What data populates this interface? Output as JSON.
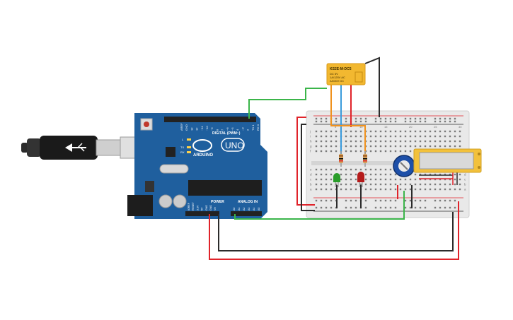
{
  "arduino": {
    "brand": "ARDUINO",
    "model": "UNO",
    "digital_header": "DIGITAL (PWM~)",
    "analog_header": "ANALOG IN",
    "power_header": "POWER",
    "top_pins": [
      "AREF",
      "GND",
      "13",
      "12",
      "~11",
      "~10",
      "~9",
      "8",
      "7",
      "~6",
      "~5",
      "4",
      "~3",
      "2",
      "TX 1",
      "RX 0"
    ],
    "power_pins": [
      "IOREF",
      "RESET",
      "3.3V",
      "5V",
      "GND",
      "GND",
      "Vin"
    ],
    "analog_pins": [
      "A0",
      "A1",
      "A2",
      "A3",
      "A4",
      "A5"
    ],
    "leds": [
      "L",
      "TX",
      "RX"
    ]
  },
  "relay": {
    "model": "KS2E-M-DC5",
    "specs": [
      "DC 5V",
      "1A/125V AC",
      "2A/30V DC"
    ]
  },
  "breadboard": {
    "row_letters_left": [
      "j",
      "i",
      "h",
      "g",
      "f",
      "e",
      "d",
      "c",
      "b",
      "a"
    ],
    "row_letters_right": [
      "a",
      "b",
      "c",
      "d",
      "e"
    ],
    "column_numbers": [
      "5",
      "10",
      "15",
      "20",
      "25",
      "30"
    ]
  },
  "colors": {
    "arduino_board": "#1f5f9e",
    "relay": "#f2b830",
    "breadboard": "#e9e9e9",
    "lcd": "#f2c13c",
    "wire_red": "#e0232a",
    "wire_black": "#2b2b2b",
    "wire_green": "#3bb54a",
    "wire_blue": "#3a9bdc",
    "wire_orange": "#f0921e",
    "led_green": "#2a9d2a",
    "led_red": "#b51b1b",
    "potentiometer": "#1d4fa8"
  }
}
